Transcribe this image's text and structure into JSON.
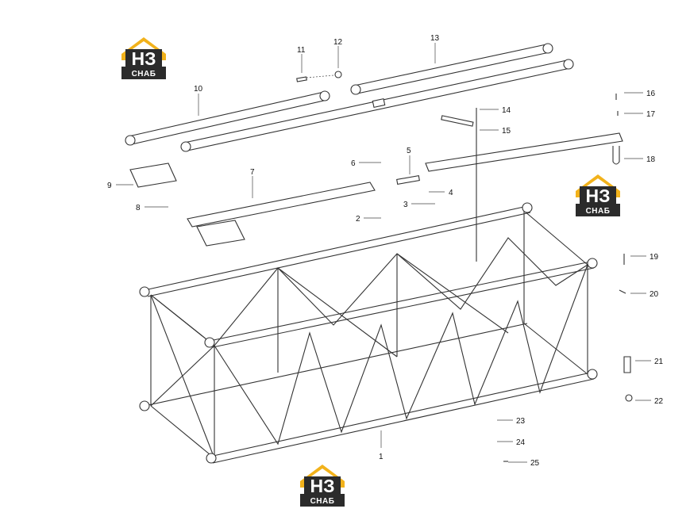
{
  "brand": {
    "logo_top": "НЗ",
    "logo_bottom": "СНАБ",
    "colors": {
      "roof": "#f2b21b",
      "body": "#2b2b2b",
      "text": "#ffffff"
    }
  },
  "parts": {
    "p1": "1",
    "p2": "2",
    "p3": "3",
    "p4": "4",
    "p5": "5",
    "p6": "6",
    "p7": "7",
    "p8": "8",
    "p9": "9",
    "p10": "10",
    "p11": "11",
    "p12": "12",
    "p13": "13",
    "p14": "14",
    "p15": "15",
    "p16": "16",
    "p17": "17",
    "p18": "18",
    "p19": "19",
    "p20": "20",
    "p21": "21",
    "p22": "22",
    "p23": "23",
    "p24": "24",
    "p25": "25"
  }
}
